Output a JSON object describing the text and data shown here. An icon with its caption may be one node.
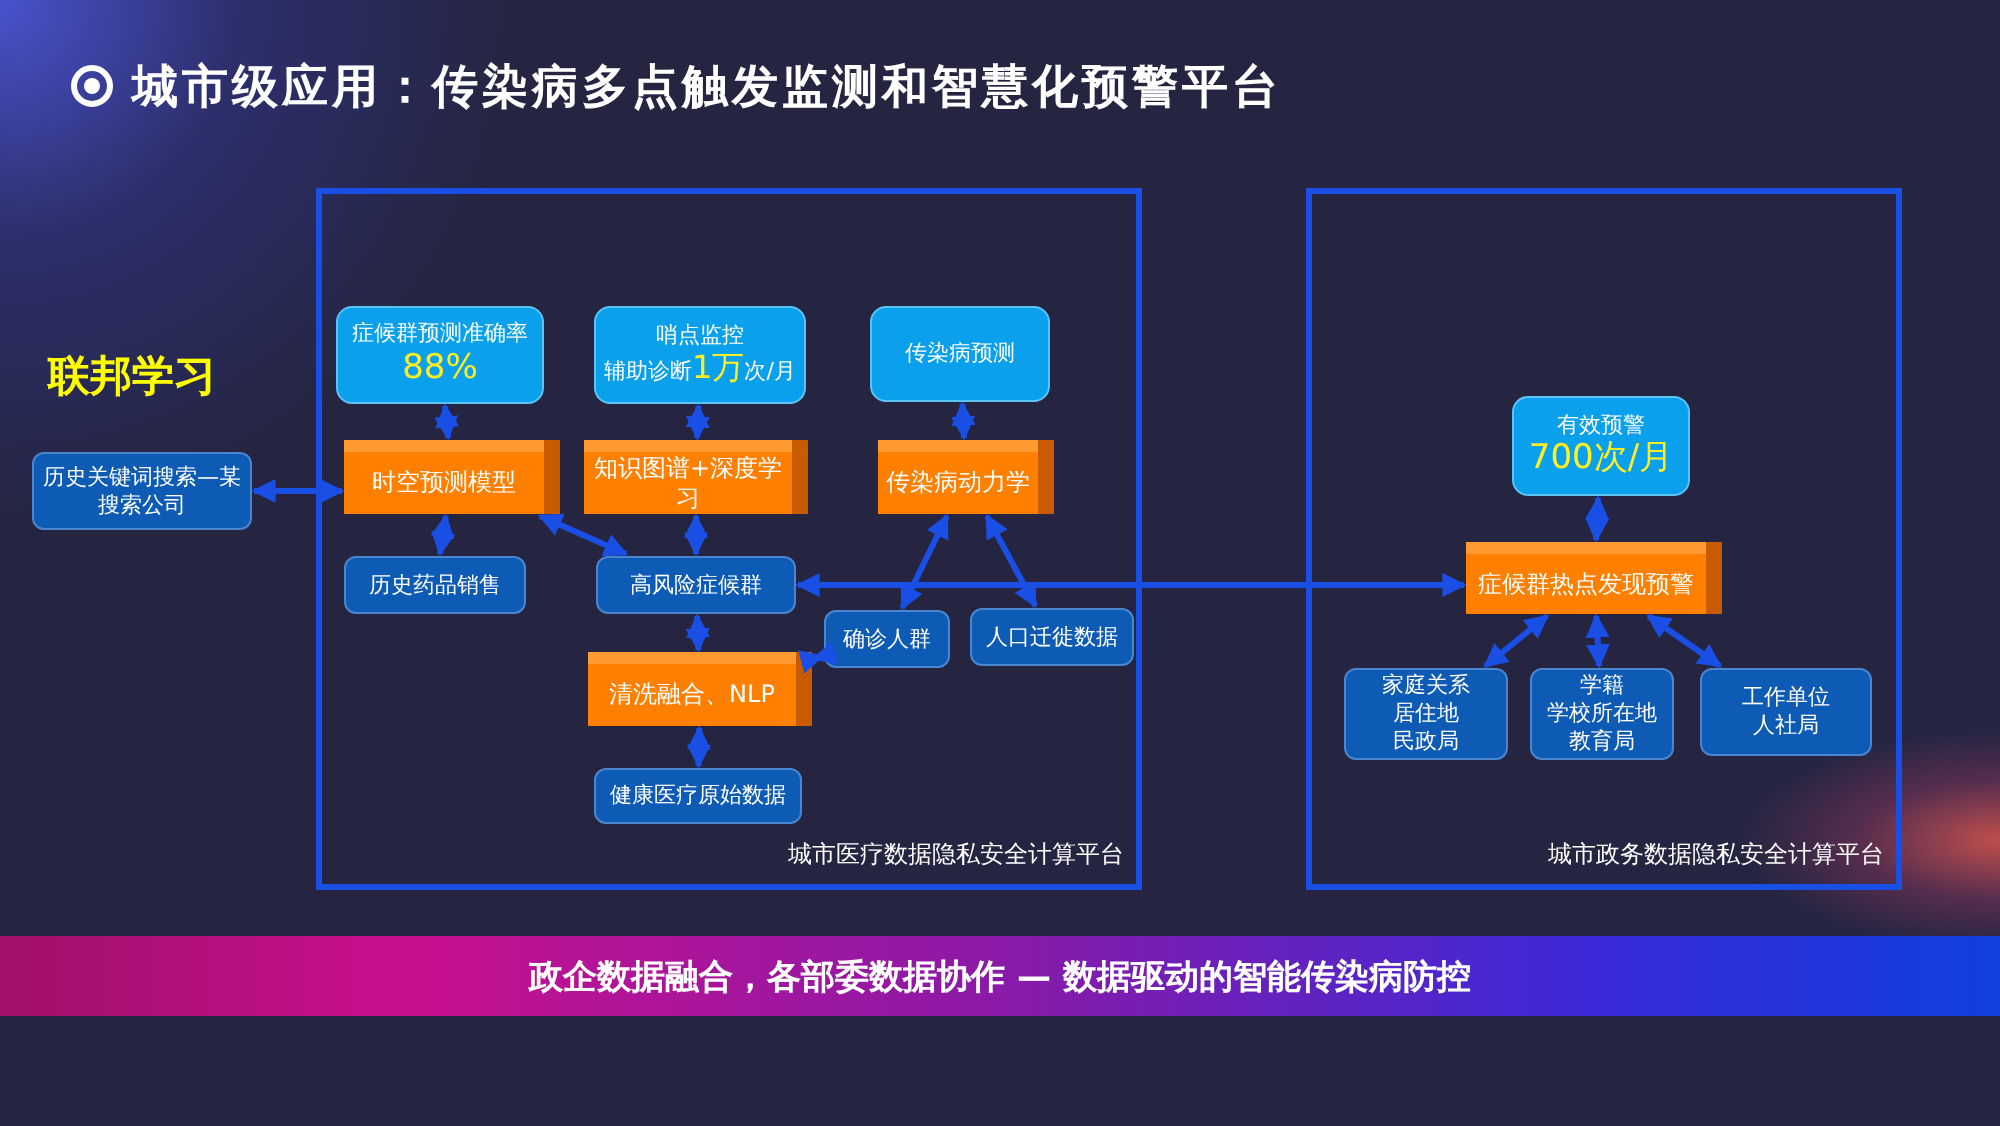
{
  "diagram": {
    "title": "城市级应用：传染病多点触发监测和智慧化预警平台",
    "caption": "政企数据融合，各部委数据协作 — 数据驱动的智能传染病防控",
    "nodes": [
      {
        "text": [
          "城市医疗数据隐私安全计算平台"
        ]
      },
      {
        "text": [
          "城市政务数据隐私安全计算平台"
        ]
      },
      {
        "text": [
          "历史关键词搜索—某搜索公司"
        ]
      },
      {
        "text": [
          "症候群预测准确率",
          "88%"
        ],
        "in": 0
      },
      {
        "text": [
          "哨点监控",
          "辅助诊断**1万**次/月"
        ],
        "in": 0
      },
      {
        "text": [
          "传染病预测"
        ],
        "in": 0
      },
      {
        "text": [
          "时空预测模型"
        ],
        "in": 0
      },
      {
        "text": [
          "知识图谱+深度学习"
        ],
        "in": 0
      },
      {
        "text": [
          "传染病动力学"
        ],
        "in": 0
      },
      {
        "text": [
          "历史药品销售"
        ],
        "in": 0
      },
      {
        "text": [
          "高风险症候群"
        ],
        "in": 0
      },
      {
        "text": [
          "确诊人群"
        ],
        "in": 0
      },
      {
        "text": [
          "人口迁徙数据"
        ],
        "in": 0
      },
      {
        "text": [
          "清洗融合、NLP"
        ],
        "in": 0
      },
      {
        "text": [
          "健康医疗原始数据"
        ],
        "in": 0
      },
      {
        "text": [
          "有效预警",
          "700次/月"
        ],
        "in": 1
      },
      {
        "text": [
          "症候群热点发现预警"
        ],
        "in": 1
      },
      {
        "text": [
          "家庭关系",
          "居住地",
          "民政局"
        ],
        "in": 1
      },
      {
        "text": [
          "学籍",
          "学校所在地",
          "教育局"
        ],
        "in": 1
      },
      {
        "text": [
          "工作单位",
          "人社局"
        ],
        "in": 1
      }
    ],
    "edges": [
      {
        "from": 2,
        "to": 6,
        "arrow": "both"
      },
      {
        "from": 3,
        "to": 6,
        "arrow": "both"
      },
      {
        "from": 6,
        "to": 9,
        "arrow": "both"
      },
      {
        "from": 6,
        "to": 10,
        "arrow": "both"
      },
      {
        "from": 4,
        "to": 7,
        "arrow": "both"
      },
      {
        "from": 7,
        "to": 10,
        "arrow": "both"
      },
      {
        "from": 5,
        "to": 8,
        "arrow": "both"
      },
      {
        "from": 8,
        "to": 11,
        "arrow": "both"
      },
      {
        "from": 8,
        "to": 12,
        "arrow": "both"
      },
      {
        "from": 10,
        "to": 13,
        "arrow": "both"
      },
      {
        "from": 13,
        "to": 11,
        "arrow": "both"
      },
      {
        "from": 13,
        "to": 14,
        "arrow": "both"
      },
      {
        "from": 10,
        "to": 16,
        "arrow": "both"
      },
      {
        "from": 15,
        "to": 16,
        "arrow": "both"
      },
      {
        "from": 16,
        "to": 17,
        "arrow": "both"
      },
      {
        "from": 16,
        "to": 18,
        "arrow": "both"
      },
      {
        "from": 16,
        "to": 19,
        "arrow": "both"
      }
    ],
    "labels": [
      "联邦学习"
    ]
  }
}
